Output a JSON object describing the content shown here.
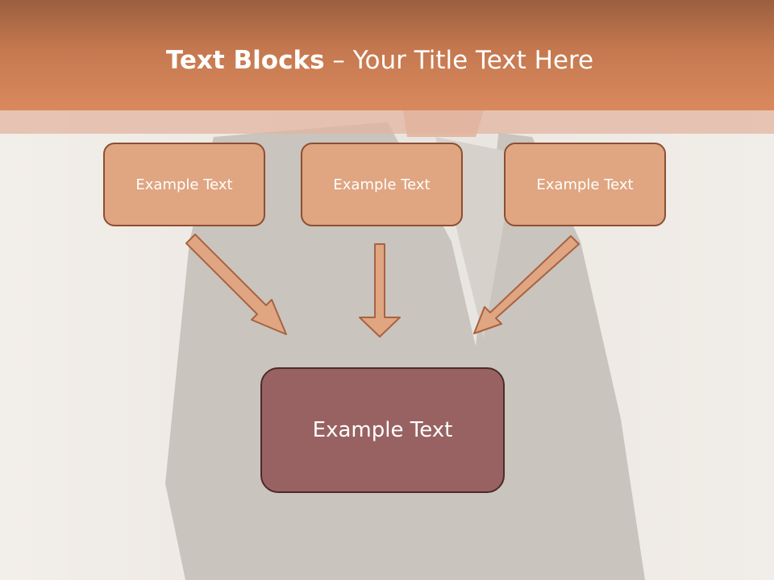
{
  "slide": {
    "title_bold": "Text Blocks",
    "title_separator": " – ",
    "title_rest": "Your Title Text Here"
  },
  "diagram": {
    "source_boxes": [
      {
        "label": "Example Text"
      },
      {
        "label": "Example Text"
      },
      {
        "label": "Example Text"
      }
    ],
    "target_box": {
      "label": "Example Text"
    }
  },
  "colors": {
    "header": "#c5784f",
    "box_fill": "#e0a581",
    "box_border": "#8c4f33",
    "target_fill": "#996262",
    "target_border": "#4e2a2a",
    "arrow_fill": "#e0a581",
    "arrow_stroke": "#a76343"
  }
}
